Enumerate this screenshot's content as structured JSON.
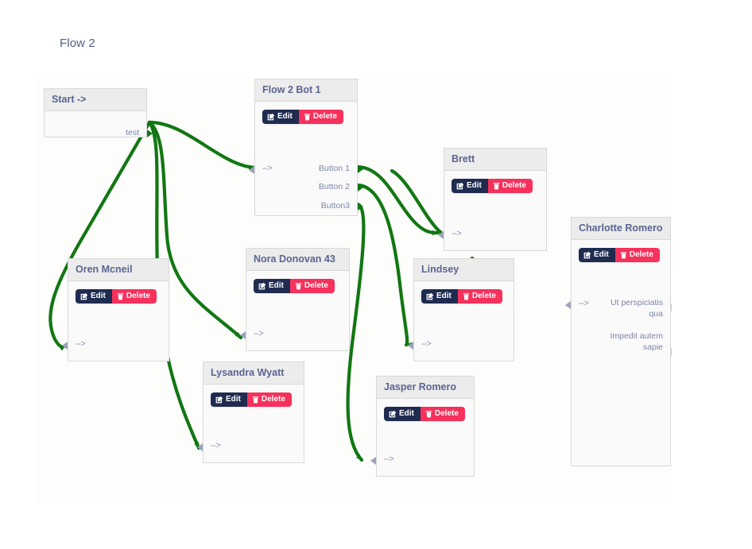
{
  "page": {
    "title": "Flow 2",
    "background": "#ffffff",
    "canvas_background": "#fdfdfc"
  },
  "colors": {
    "edge": "#127712",
    "edit_button": "#1f2c50",
    "delete_button": "#f5315c",
    "node_header": "#ececec",
    "node_body": "#fafafa",
    "node_border": "#d9d9d9",
    "title_text": "#55608a",
    "port_text": "#7b86a8"
  },
  "buttons": {
    "edit_label": "Edit",
    "delete_label": "Delete",
    "edit_icon": "pencil-square-icon",
    "delete_icon": "trash-icon"
  },
  "nodes": [
    {
      "id": "start",
      "title": "Start ->",
      "has_buttons": false,
      "in_label": "",
      "out_labels": [
        "test"
      ]
    },
    {
      "id": "flow2bot1",
      "title": "Flow 2 Bot 1",
      "has_buttons": true,
      "in_label": "-->",
      "out_labels": [
        "Button 1",
        "Button 2",
        "Button3"
      ]
    },
    {
      "id": "brett",
      "title": "Brett",
      "has_buttons": true,
      "in_label": "-->",
      "out_labels": []
    },
    {
      "id": "charlotte",
      "title": "Charlotte Romero",
      "has_buttons": true,
      "in_label": "-->",
      "out_labels": [
        "Ut perspiciatis qua",
        "Impedit autem sapie"
      ]
    },
    {
      "id": "oren",
      "title": "Oren Mcneil",
      "has_buttons": true,
      "in_label": "-->",
      "out_labels": []
    },
    {
      "id": "nora",
      "title": "Nora Donovan 43",
      "has_buttons": true,
      "in_label": "-->",
      "out_labels": []
    },
    {
      "id": "lindsey",
      "title": "Lindsey",
      "has_buttons": true,
      "in_label": "-->",
      "out_labels": []
    },
    {
      "id": "lysandra",
      "title": "Lysandra Wyatt",
      "has_buttons": true,
      "in_label": "-->",
      "out_labels": []
    },
    {
      "id": "jasper",
      "title": "Jasper Romero",
      "has_buttons": true,
      "in_label": "-->",
      "out_labels": []
    }
  ],
  "edges": [
    {
      "from": "start:test",
      "to": "flow2bot1:in"
    },
    {
      "from": "start:test",
      "to": "oren:in"
    },
    {
      "from": "start:test",
      "to": "nora:in"
    },
    {
      "from": "start:test",
      "to": "lysandra:in"
    },
    {
      "from": "flow2bot1:Button 1",
      "to": "brett:in"
    },
    {
      "from": "flow2bot1:Button 2",
      "to": "lindsey:in"
    },
    {
      "from": "flow2bot1:Button3",
      "to": "jasper:in"
    },
    {
      "from": "brett:body",
      "to": "lindsey:in"
    },
    {
      "from": "lindsey:body",
      "to": "charlotte:in"
    }
  ]
}
